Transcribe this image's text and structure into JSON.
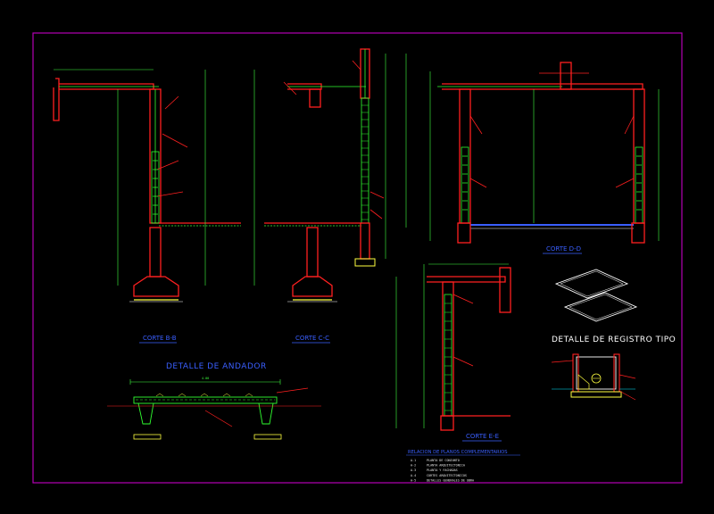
{
  "colors": {
    "background": "#000000",
    "frame": "#b400b4",
    "concrete": "#ff2020",
    "rebar": "#30ff30",
    "dimension": "#40ff40",
    "detail": "#00e5ff",
    "accent": "#ffff40",
    "title": "#3a5fff",
    "note": "#e8e8e8"
  },
  "titles": {
    "corte_b": "CORTE B-B",
    "corte_c": "CORTE C-C",
    "corte_d": "CORTE D-D",
    "corte_e": "CORTE E-E",
    "detalle_andador": "DETALLE DE ANDADOR",
    "detalle_registro": "DETALLE DE REGISTRO TIPO",
    "relacion_planos": "RELACION DE PLANOS COMPLEMENTARIOS"
  },
  "andador_width": "4.00",
  "planos_list": [
    {
      "code": "A-1",
      "name": "PLANTA DE CONJUNTO"
    },
    {
      "code": "A-2",
      "name": "PLANTA ARQUITECTONICA"
    },
    {
      "code": "A-3",
      "name": "PLANTA Y FACHADAS"
    },
    {
      "code": "A-4",
      "name": "CORTES ARQUITECTONICOS"
    },
    {
      "code": "A-5",
      "name": "DETALLES GENERALES DE OBRA"
    }
  ]
}
